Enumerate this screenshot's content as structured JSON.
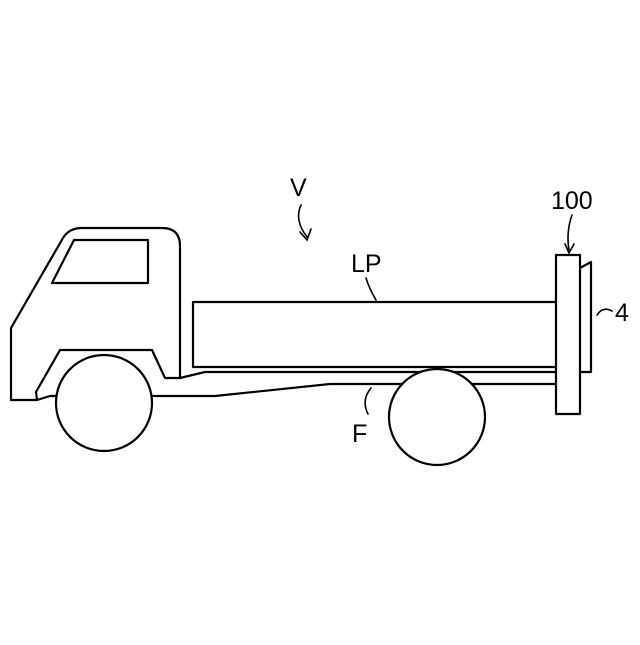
{
  "labels": {
    "vehicle": "V",
    "load_platform": "LP",
    "frame": "F",
    "device": "100",
    "part": "4"
  }
}
